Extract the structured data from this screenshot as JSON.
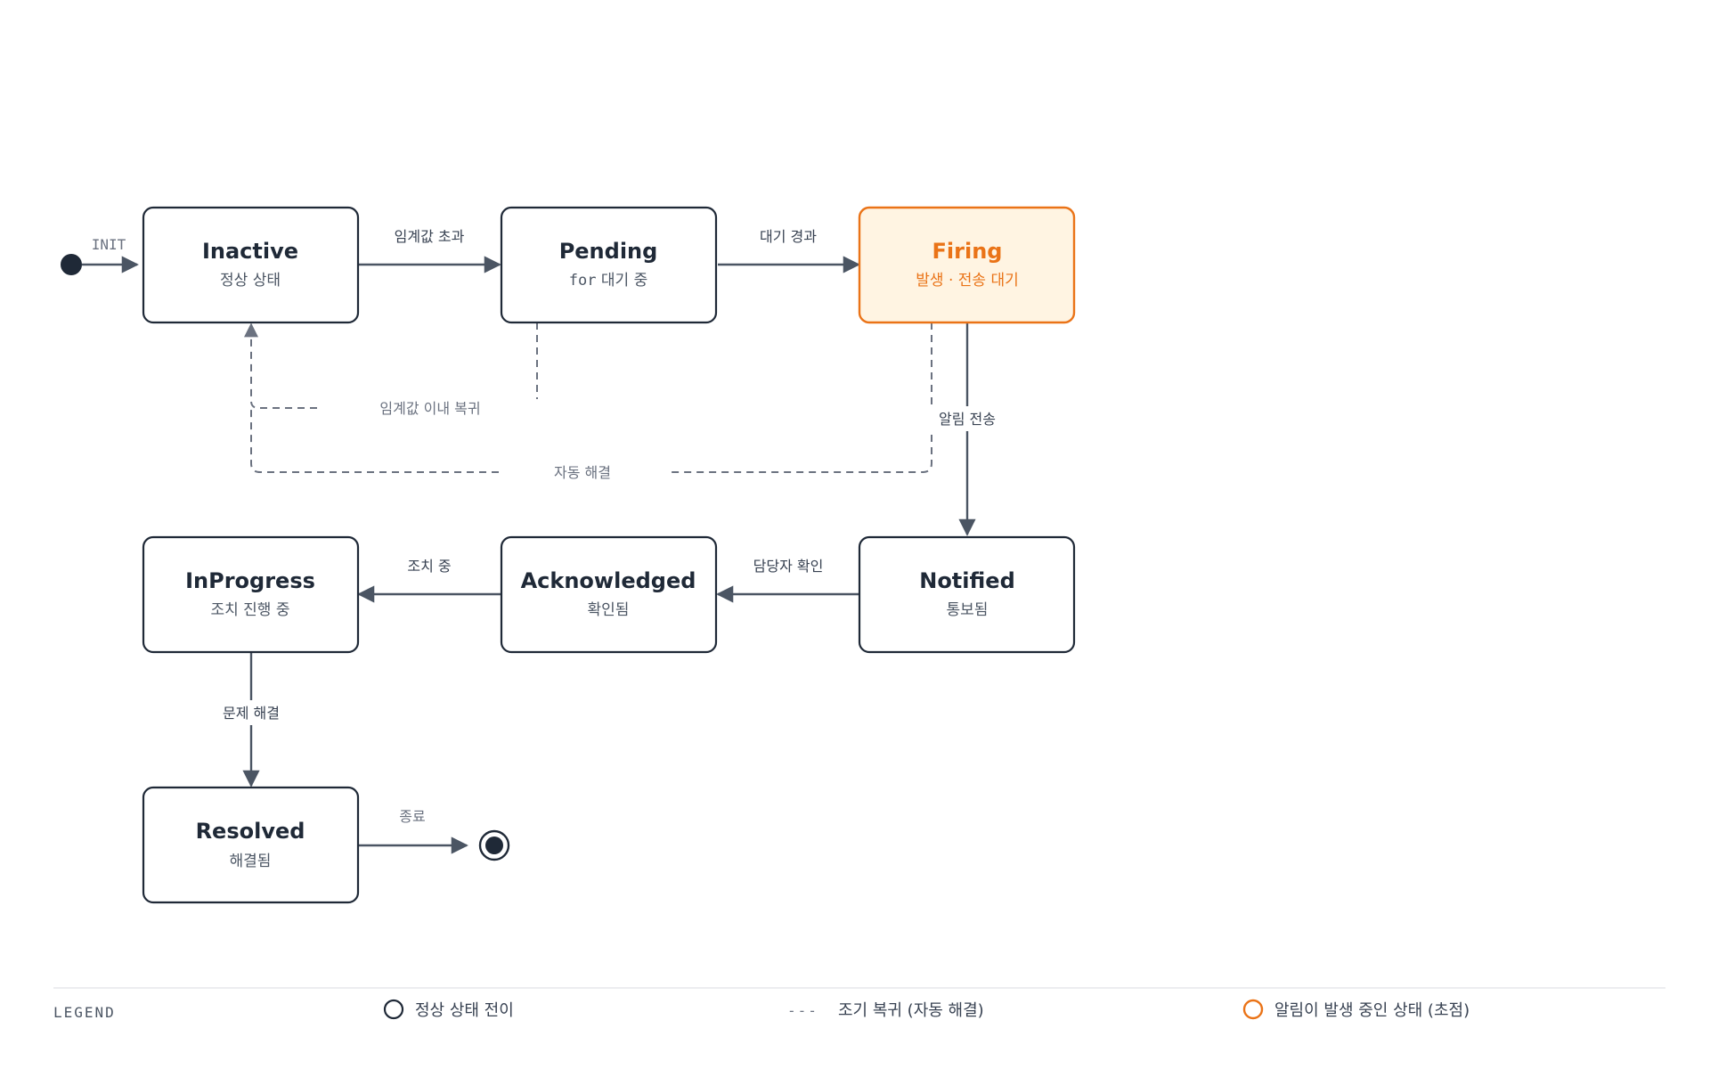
{
  "colors": {
    "ink": "#1f2937",
    "muted": "#6b7280",
    "accent": "#ea7317",
    "accent_fill": "#fff4e2"
  },
  "init_label": "INIT",
  "states": {
    "inactive": {
      "title": "Inactive",
      "sub": "정상 상태"
    },
    "pending": {
      "title": "Pending",
      "sub_prefix": "for",
      "sub": " 대기 중"
    },
    "firing": {
      "title": "Firing",
      "sub": "발생 · 전송 대기"
    },
    "notified": {
      "title": "Notified",
      "sub": "통보됨"
    },
    "acknowledged": {
      "title": "Acknowledged",
      "sub": "확인됨"
    },
    "inprogress": {
      "title": "InProgress",
      "sub": "조치 진행 중"
    },
    "resolved": {
      "title": "Resolved",
      "sub": "해결됨"
    }
  },
  "transitions": {
    "inactive_to_pending": "임계값 초과",
    "pending_to_firing": "대기 경과",
    "pending_to_inactive": "임계값 이내 복귀",
    "firing_to_inactive": "자동 해결",
    "firing_to_notified": "알림 전송",
    "notified_to_acknowledged": "담당자 확인",
    "acknowledged_to_inprogress": "조치 중",
    "inprogress_to_resolved": "문제 해결",
    "resolved_to_end": "종료"
  },
  "legend": {
    "title": "LEGEND",
    "normal": "정상 상태 전이",
    "dashed_symbol": "---",
    "dashed": "조기 복귀 (자동 해결)",
    "focus": "알림이 발생 중인 상태 (초점)"
  }
}
